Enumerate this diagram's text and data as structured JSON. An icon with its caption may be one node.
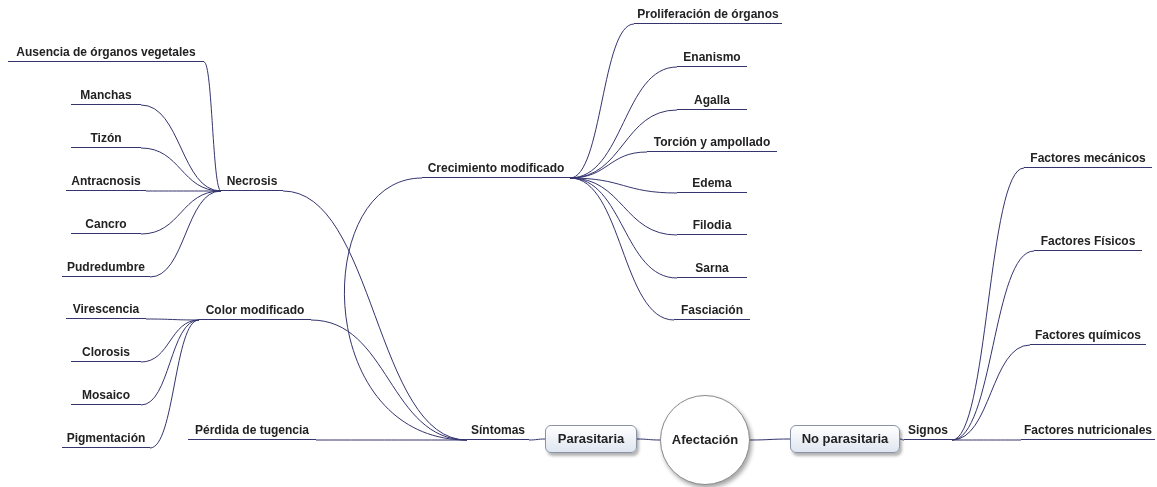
{
  "diagram": {
    "nodes": [
      {
        "text": [
          "Afectación"
        ]
      },
      {
        "text": [
          "Parasitaria"
        ]
      },
      {
        "text": [
          "No parasitaria"
        ]
      },
      {
        "text": [
          "Síntomas"
        ]
      },
      {
        "text": [
          "Signos"
        ]
      },
      {
        "text": [
          "Necrosis"
        ]
      },
      {
        "text": [
          "Color modificado"
        ]
      },
      {
        "text": [
          "Pérdida de tugencia"
        ]
      },
      {
        "text": [
          "Crecimiento modificado"
        ]
      },
      {
        "text": [
          "Ausencia de órganos vegetales"
        ]
      },
      {
        "text": [
          "Manchas"
        ]
      },
      {
        "text": [
          "Tizón"
        ]
      },
      {
        "text": [
          "Antracnosis"
        ]
      },
      {
        "text": [
          "Cancro"
        ]
      },
      {
        "text": [
          "Pudredumbre"
        ]
      },
      {
        "text": [
          "Virescencia"
        ]
      },
      {
        "text": [
          "Clorosis"
        ]
      },
      {
        "text": [
          "Mosaico"
        ]
      },
      {
        "text": [
          "Pigmentación"
        ]
      },
      {
        "text": [
          "Proliferación de órganos"
        ]
      },
      {
        "text": [
          "Enanismo"
        ]
      },
      {
        "text": [
          "Agalla"
        ]
      },
      {
        "text": [
          "Torción y ampollado"
        ]
      },
      {
        "text": [
          "Edema"
        ]
      },
      {
        "text": [
          "Filodia"
        ]
      },
      {
        "text": [
          "Sarna"
        ]
      },
      {
        "text": [
          "Fasciación"
        ]
      },
      {
        "text": [
          "Factores mecánicos"
        ]
      },
      {
        "text": [
          "Factores Físicos"
        ]
      },
      {
        "text": [
          "Factores químicos"
        ]
      },
      {
        "text": [
          "Factores nutricionales"
        ]
      }
    ],
    "edges": [
      {
        "from": 0,
        "to": 1,
        "arrow": "none"
      },
      {
        "from": 0,
        "to": 2,
        "arrow": "none"
      },
      {
        "from": 1,
        "to": 3,
        "arrow": "none"
      },
      {
        "from": 2,
        "to": 4,
        "arrow": "none"
      },
      {
        "from": 3,
        "to": 5,
        "arrow": "none"
      },
      {
        "from": 3,
        "to": 6,
        "arrow": "none"
      },
      {
        "from": 3,
        "to": 7,
        "arrow": "none"
      },
      {
        "from": 3,
        "to": 8,
        "arrow": "none"
      },
      {
        "from": 5,
        "to": 9,
        "arrow": "none"
      },
      {
        "from": 5,
        "to": 10,
        "arrow": "none"
      },
      {
        "from": 5,
        "to": 11,
        "arrow": "none"
      },
      {
        "from": 5,
        "to": 12,
        "arrow": "none"
      },
      {
        "from": 5,
        "to": 13,
        "arrow": "none"
      },
      {
        "from": 5,
        "to": 14,
        "arrow": "none"
      },
      {
        "from": 6,
        "to": 15,
        "arrow": "none"
      },
      {
        "from": 6,
        "to": 16,
        "arrow": "none"
      },
      {
        "from": 6,
        "to": 17,
        "arrow": "none"
      },
      {
        "from": 6,
        "to": 18,
        "arrow": "none"
      },
      {
        "from": 8,
        "to": 19,
        "arrow": "none"
      },
      {
        "from": 8,
        "to": 20,
        "arrow": "none"
      },
      {
        "from": 8,
        "to": 21,
        "arrow": "none"
      },
      {
        "from": 8,
        "to": 22,
        "arrow": "none"
      },
      {
        "from": 8,
        "to": 23,
        "arrow": "none"
      },
      {
        "from": 8,
        "to": 24,
        "arrow": "none"
      },
      {
        "from": 8,
        "to": 25,
        "arrow": "none"
      },
      {
        "from": 8,
        "to": 26,
        "arrow": "none"
      },
      {
        "from": 4,
        "to": 27,
        "arrow": "none"
      },
      {
        "from": 4,
        "to": 28,
        "arrow": "none"
      },
      {
        "from": 4,
        "to": 29,
        "arrow": "none"
      },
      {
        "from": 4,
        "to": 30,
        "arrow": "none"
      }
    ]
  }
}
